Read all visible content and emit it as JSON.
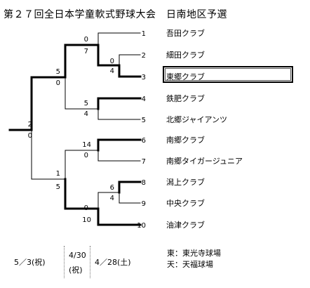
{
  "title": "第２７回全日本学童軟式野球大会　日南地区予選",
  "teams": [
    {
      "no": "1",
      "name": "吾田クラブ",
      "highlight": false
    },
    {
      "no": "2",
      "name": "細田クラブ",
      "highlight": false
    },
    {
      "no": "3",
      "name": "東郷クラブ",
      "highlight": true
    },
    {
      "no": "4",
      "name": "鉄肥クラブ",
      "highlight": false
    },
    {
      "no": "5",
      "name": "北郷ジャイアンツ",
      "highlight": false
    },
    {
      "no": "6",
      "name": "南郷クラブ",
      "highlight": false
    },
    {
      "no": "7",
      "name": "南郷タイガージュニア",
      "highlight": false
    },
    {
      "no": "8",
      "name": "潟上クラブ",
      "highlight": false
    },
    {
      "no": "9",
      "name": "中央クラブ",
      "highlight": false
    },
    {
      "no": "10",
      "name": "油津クラブ",
      "highlight": false
    }
  ],
  "scores": {
    "r1_2v3": [
      "0",
      "4"
    ],
    "r1_8v9": [
      "6",
      "4"
    ],
    "r2_1v23": [
      "0",
      "7"
    ],
    "r2_4v5": [
      "5",
      "4"
    ],
    "r2_6v7": [
      "14",
      "0"
    ],
    "r2_89v10": [
      "0",
      "10"
    ],
    "sf_top": [
      "5",
      "0"
    ],
    "sf_bottom": [
      "1",
      "5"
    ],
    "final": [
      "2",
      "0"
    ]
  },
  "footer": {
    "date_sf": "5／3(祝)",
    "date_r2_line1": "4/30",
    "date_r2_line2": "(祝)",
    "date_r1": "4／28(土)",
    "venue_east": "東：東光寺球場",
    "venue_ten": "天：天福球場"
  }
}
